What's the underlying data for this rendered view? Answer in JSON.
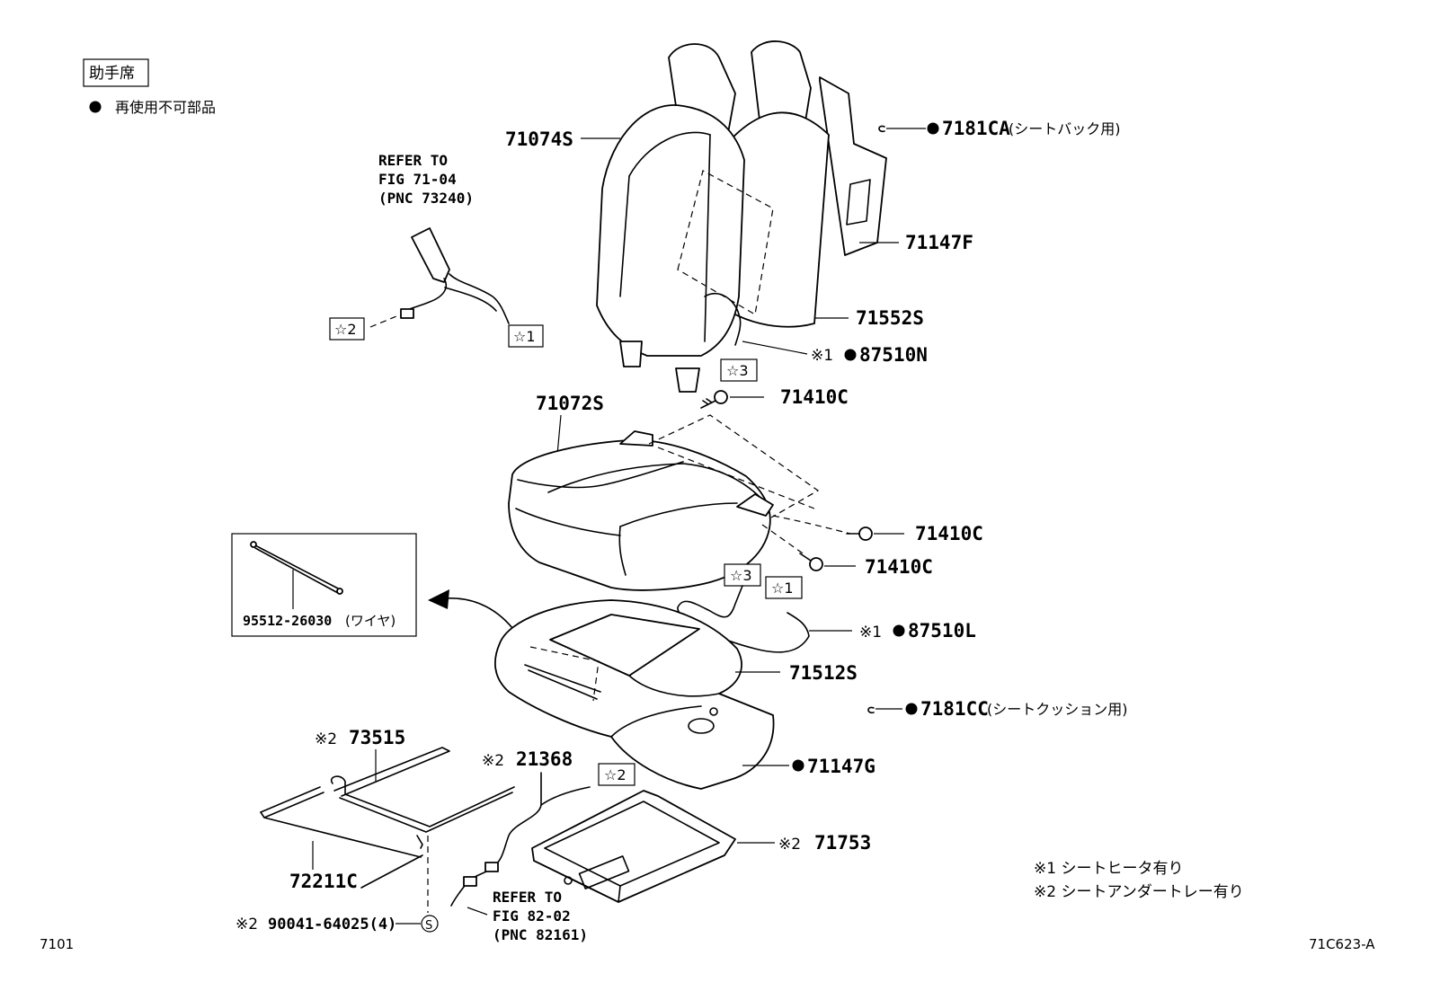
{
  "seat_label": "助手席",
  "legend_nonreusable": "再使用不可部品",
  "ref_upper": [
    "REFER TO",
    "FIG 71-04",
    "(PNC 73240)"
  ],
  "ref_lower": [
    "REFER TO",
    "FIG 82-02",
    "(PNC 82161)"
  ],
  "markers": {
    "star1": "☆1",
    "star2": "☆2",
    "star3": "☆3"
  },
  "parts": {
    "p71074S": "71074S",
    "p7181CA": "7181CA",
    "p7181CA_note": "(シートバック用)",
    "p71147F": "71147F",
    "p71552S": "71552S",
    "p87510N": "87510N",
    "p87510N_pre": "※1",
    "p71410C_a": "71410C",
    "p71072S": "71072S",
    "p71410C_b": "71410C",
    "p71410C_c": "71410C",
    "p95512": "95512-26030",
    "p95512_note": "(ワイヤ)",
    "p87510L": "87510L",
    "p87510L_pre": "※1",
    "p71512S": "71512S",
    "p7181CC": "7181CC",
    "p7181CC_note": "(シートクッション用)",
    "p71147G": "71147G",
    "p73515": "73515",
    "p73515_pre": "※2",
    "p21368": "21368",
    "p21368_pre": "※2",
    "p71753": "71753",
    "p71753_pre": "※2",
    "p72211C": "72211C",
    "p90041": "90041-64025(4)",
    "p90041_pre": "※2"
  },
  "notes": {
    "n1": "※1 シートヒータ有り",
    "n2": "※2 シートアンダートレー有り"
  },
  "footer_left": "7101",
  "footer_right": "71C623-A",
  "bullet": "●",
  "s_mark": "S"
}
